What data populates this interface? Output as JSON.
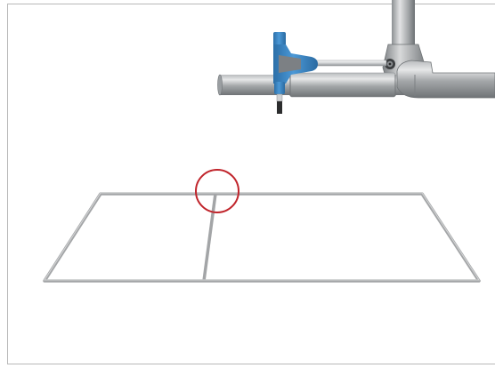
{
  "diagram": {
    "components": [
      {
        "id": "pipe-assembly",
        "kind": "tube"
      },
      {
        "id": "hex-key",
        "kind": "t-handle-hex-key",
        "handle_color": "#3a86c6"
      },
      {
        "id": "frame-outline",
        "kind": "base-frame"
      }
    ],
    "highlight": {
      "shape": "circle",
      "target": "frame-joint",
      "color": "#c0242b"
    },
    "colors": {
      "pipe_light": "#cfd1d2",
      "pipe_mid": "#a8abad",
      "pipe_dark": "#6f7376",
      "frame_stroke": "#a3a5a7",
      "handle_blue": "#3a86c6",
      "handle_grey": "#7c8084",
      "highlight_red": "#c0242b"
    }
  }
}
